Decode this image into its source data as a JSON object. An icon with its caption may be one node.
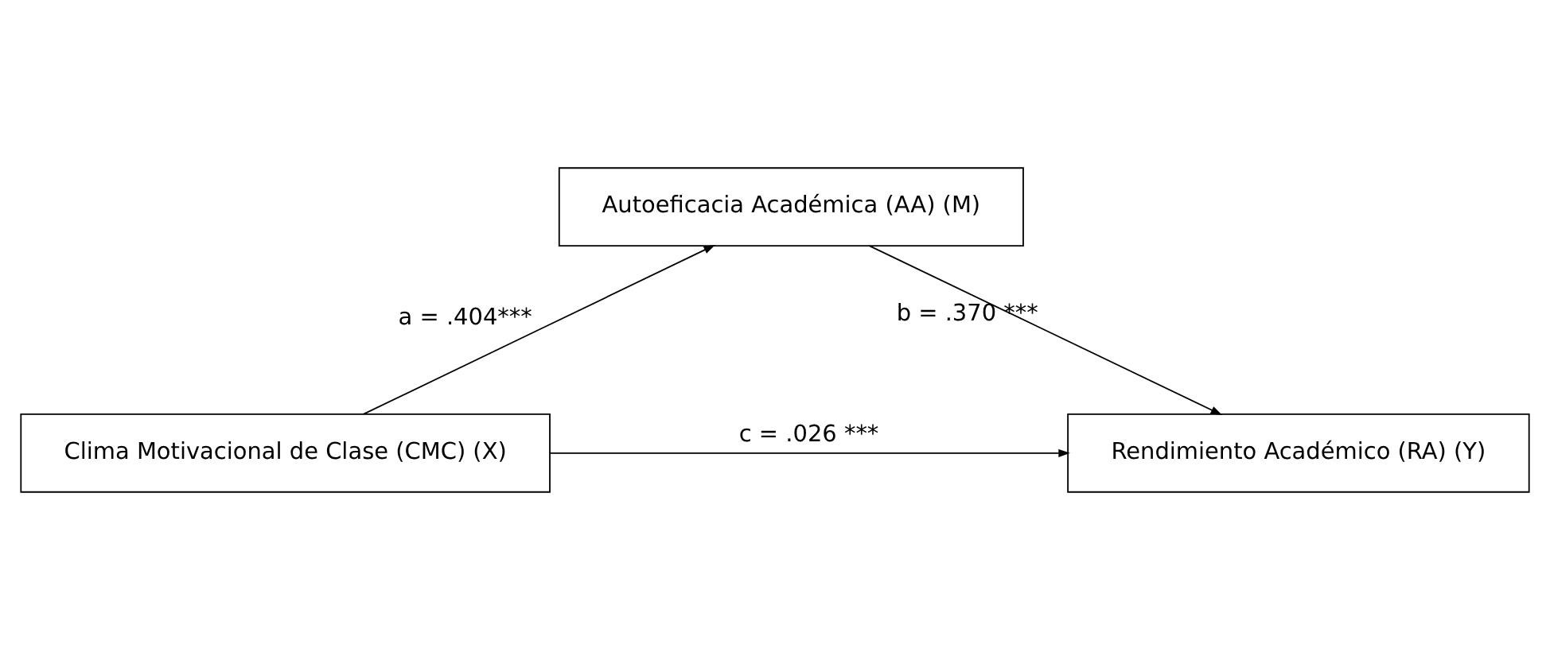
{
  "diagram": {
    "nodes": [
      {
        "text": [
          "Autoeficacia Académica (AA) (M)"
        ]
      },
      {
        "text": [
          "Clima Motivacional de Clase (CMC) (X)"
        ]
      },
      {
        "text": [
          "Rendimiento Académico (RA) (Y)"
        ]
      }
    ],
    "edges": [
      {
        "from": 1,
        "to": 0,
        "arrow": "to",
        "label": "a = .404***"
      },
      {
        "from": 0,
        "to": 2,
        "arrow": "to",
        "label": "b = .370 ***"
      },
      {
        "from": 1,
        "to": 2,
        "arrow": "to",
        "label": "c = .026 ***"
      }
    ]
  }
}
